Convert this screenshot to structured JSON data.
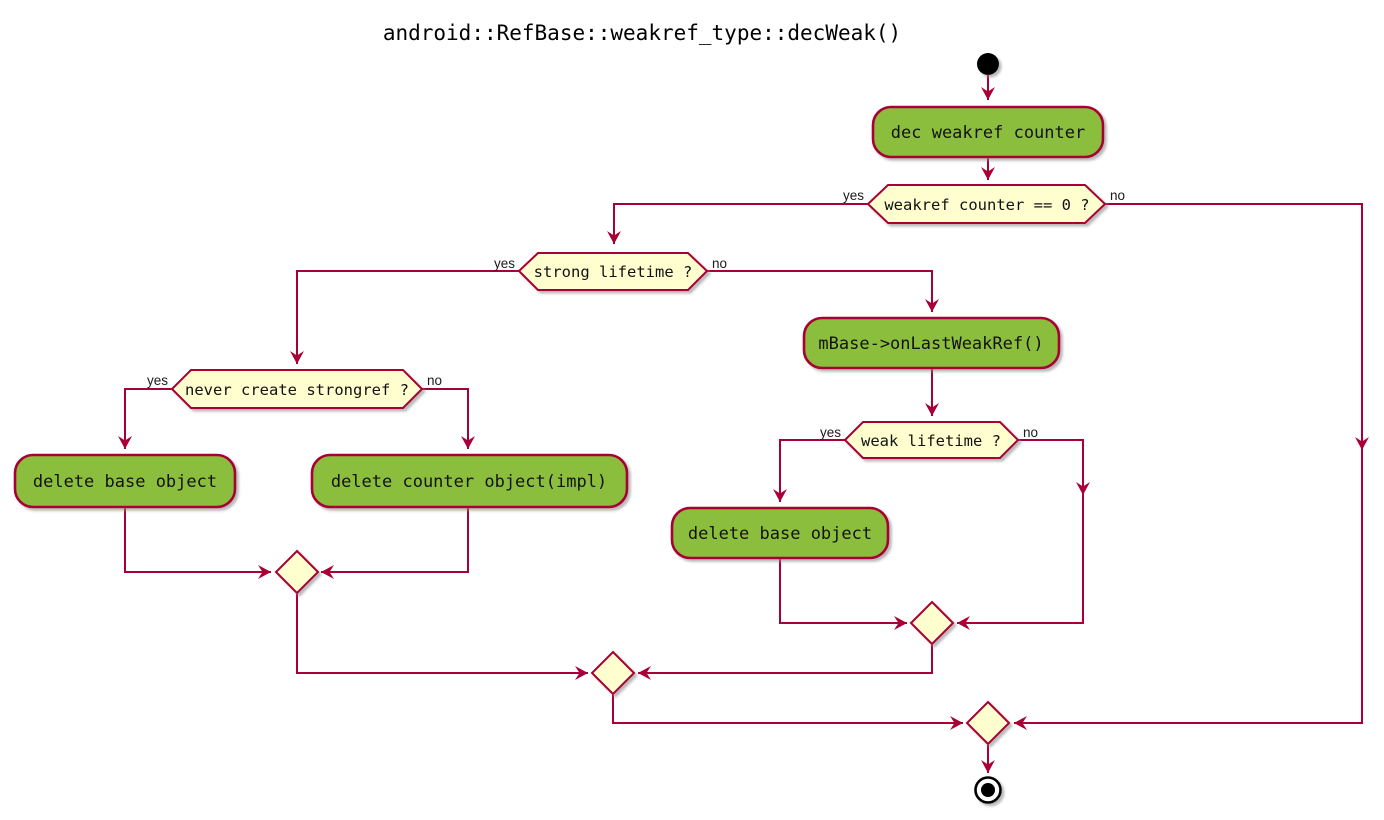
{
  "diagram": {
    "title": "android::RefBase::weakref_type::decWeak()",
    "colors": {
      "line": "#A80036",
      "activity_fill": "#8CBE3E",
      "decision_fill": "#FEFECE",
      "node_text": "#121212",
      "title_text": "#000000",
      "label_text": "#1A1A1A",
      "background": "#FFFFFF"
    },
    "nodes": {
      "start": {
        "type": "start"
      },
      "activity_dec_weakref": {
        "label": "dec weakref counter"
      },
      "decision_weakref_counter": {
        "label": "weakref counter == 0 ?",
        "yes_label": "yes",
        "no_label": "no"
      },
      "decision_strong_lifetime": {
        "label": "strong lifetime ?",
        "yes_label": "yes",
        "no_label": "no"
      },
      "decision_never_create_strongref": {
        "label": "never create strongref ?",
        "yes_label": "yes",
        "no_label": "no"
      },
      "activity_delete_base_left": {
        "label": "delete base object"
      },
      "activity_delete_counter_impl": {
        "label": "delete counter object(impl)"
      },
      "activity_on_last_weak_ref": {
        "label": "mBase->onLastWeakRef()"
      },
      "decision_weak_lifetime": {
        "label": "weak lifetime ?",
        "yes_label": "yes",
        "no_label": "no"
      },
      "activity_delete_base_right": {
        "label": "delete base object"
      },
      "end": {
        "type": "end"
      }
    }
  }
}
